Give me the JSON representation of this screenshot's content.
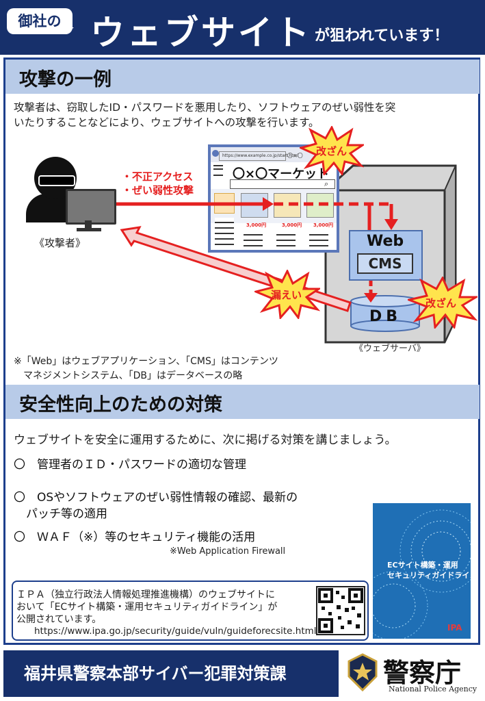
{
  "header": {
    "tag": "御社の",
    "title_main": "ウェブサイト",
    "title_sub": "が狙われています！"
  },
  "section1": {
    "title": "攻撃の一例",
    "intro_line1": "攻撃者は、窃取したID・パスワードを悪用したり、ソフトウェアのぜい弱性を突",
    "intro_line2": "いたりすることなどにより、ウェブサイトへの攻撃を行います。"
  },
  "illustration": {
    "attacker_caption": "《攻撃者》",
    "attack_label_1": "・不正アクセス",
    "attack_label_2": "・ぜい弱性攻撃",
    "url": "https://www.example.co.jp/start.html",
    "browser_tab": "〇×〇",
    "site_name": "〇×〇マーケット",
    "prices": [
      "3,000円",
      "3,000円",
      "3,000円"
    ],
    "web_label": "Web",
    "cms_label": "CMS",
    "db_label": "DB",
    "server_caption": "《ウェブサーバ》",
    "burst_tamper_top": "改ざん",
    "burst_leak": "漏えい",
    "burst_tamper_right": "改ざん"
  },
  "note_line1": "※「Web」はウェブアプリケーション、「CMS」はコンテンツ",
  "note_line2": "マネジメントシステム、「DB」はデータベースの略",
  "section2": {
    "title": "安全性向上のための対策",
    "intro": "ウェブサイトを安全に運用するために、次に掲げる対策を講じましょう。",
    "items": [
      "〇　管理者のＩＤ・パスワードの適切な管理",
      "〇　OSやソフトウェアのぜい弱性情報の確認、最新の",
      "パッチ等の適用",
      "〇　ＷＡＦ（※）等のセキュリティ機能の活用"
    ],
    "waf_note": "※Web Application Firewall"
  },
  "book": {
    "title_line1": "ECサイト構築・運用",
    "title_line2": "セキュリティガイドライン",
    "publisher": "IPA"
  },
  "ipa": {
    "line1": "ＩＰＡ（独立行政法人情報処理推進機構）のウェブサイトに",
    "line2": "おいて「ECサイト構築・運用セキュリティガイドライン」が",
    "line3": "公開されています。",
    "url": "https://www.ipa.go.jp/security/guide/vuln/guideforecsite.html"
  },
  "footer": {
    "org": "福井県警察本部サイバー犯罪対策課",
    "npa_name": "警察庁",
    "npa_en": "National Police Agency"
  },
  "colors": {
    "navy": "#17306b",
    "section_bar": "#b8cbe8",
    "alert_red": "#e52020",
    "burst_yellow": "#ffe44d"
  }
}
